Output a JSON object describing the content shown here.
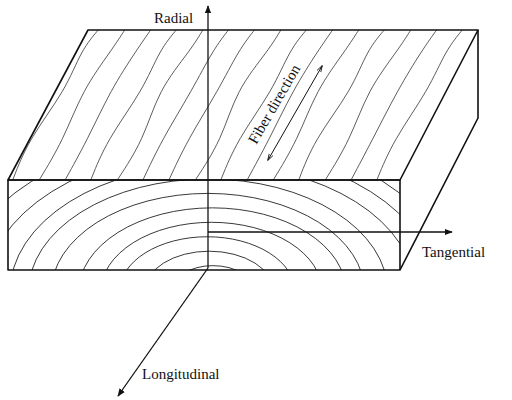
{
  "diagram": {
    "labels": [
      "Radial",
      "Fiber direction",
      "Tangential",
      "Longitudinal"
    ]
  }
}
